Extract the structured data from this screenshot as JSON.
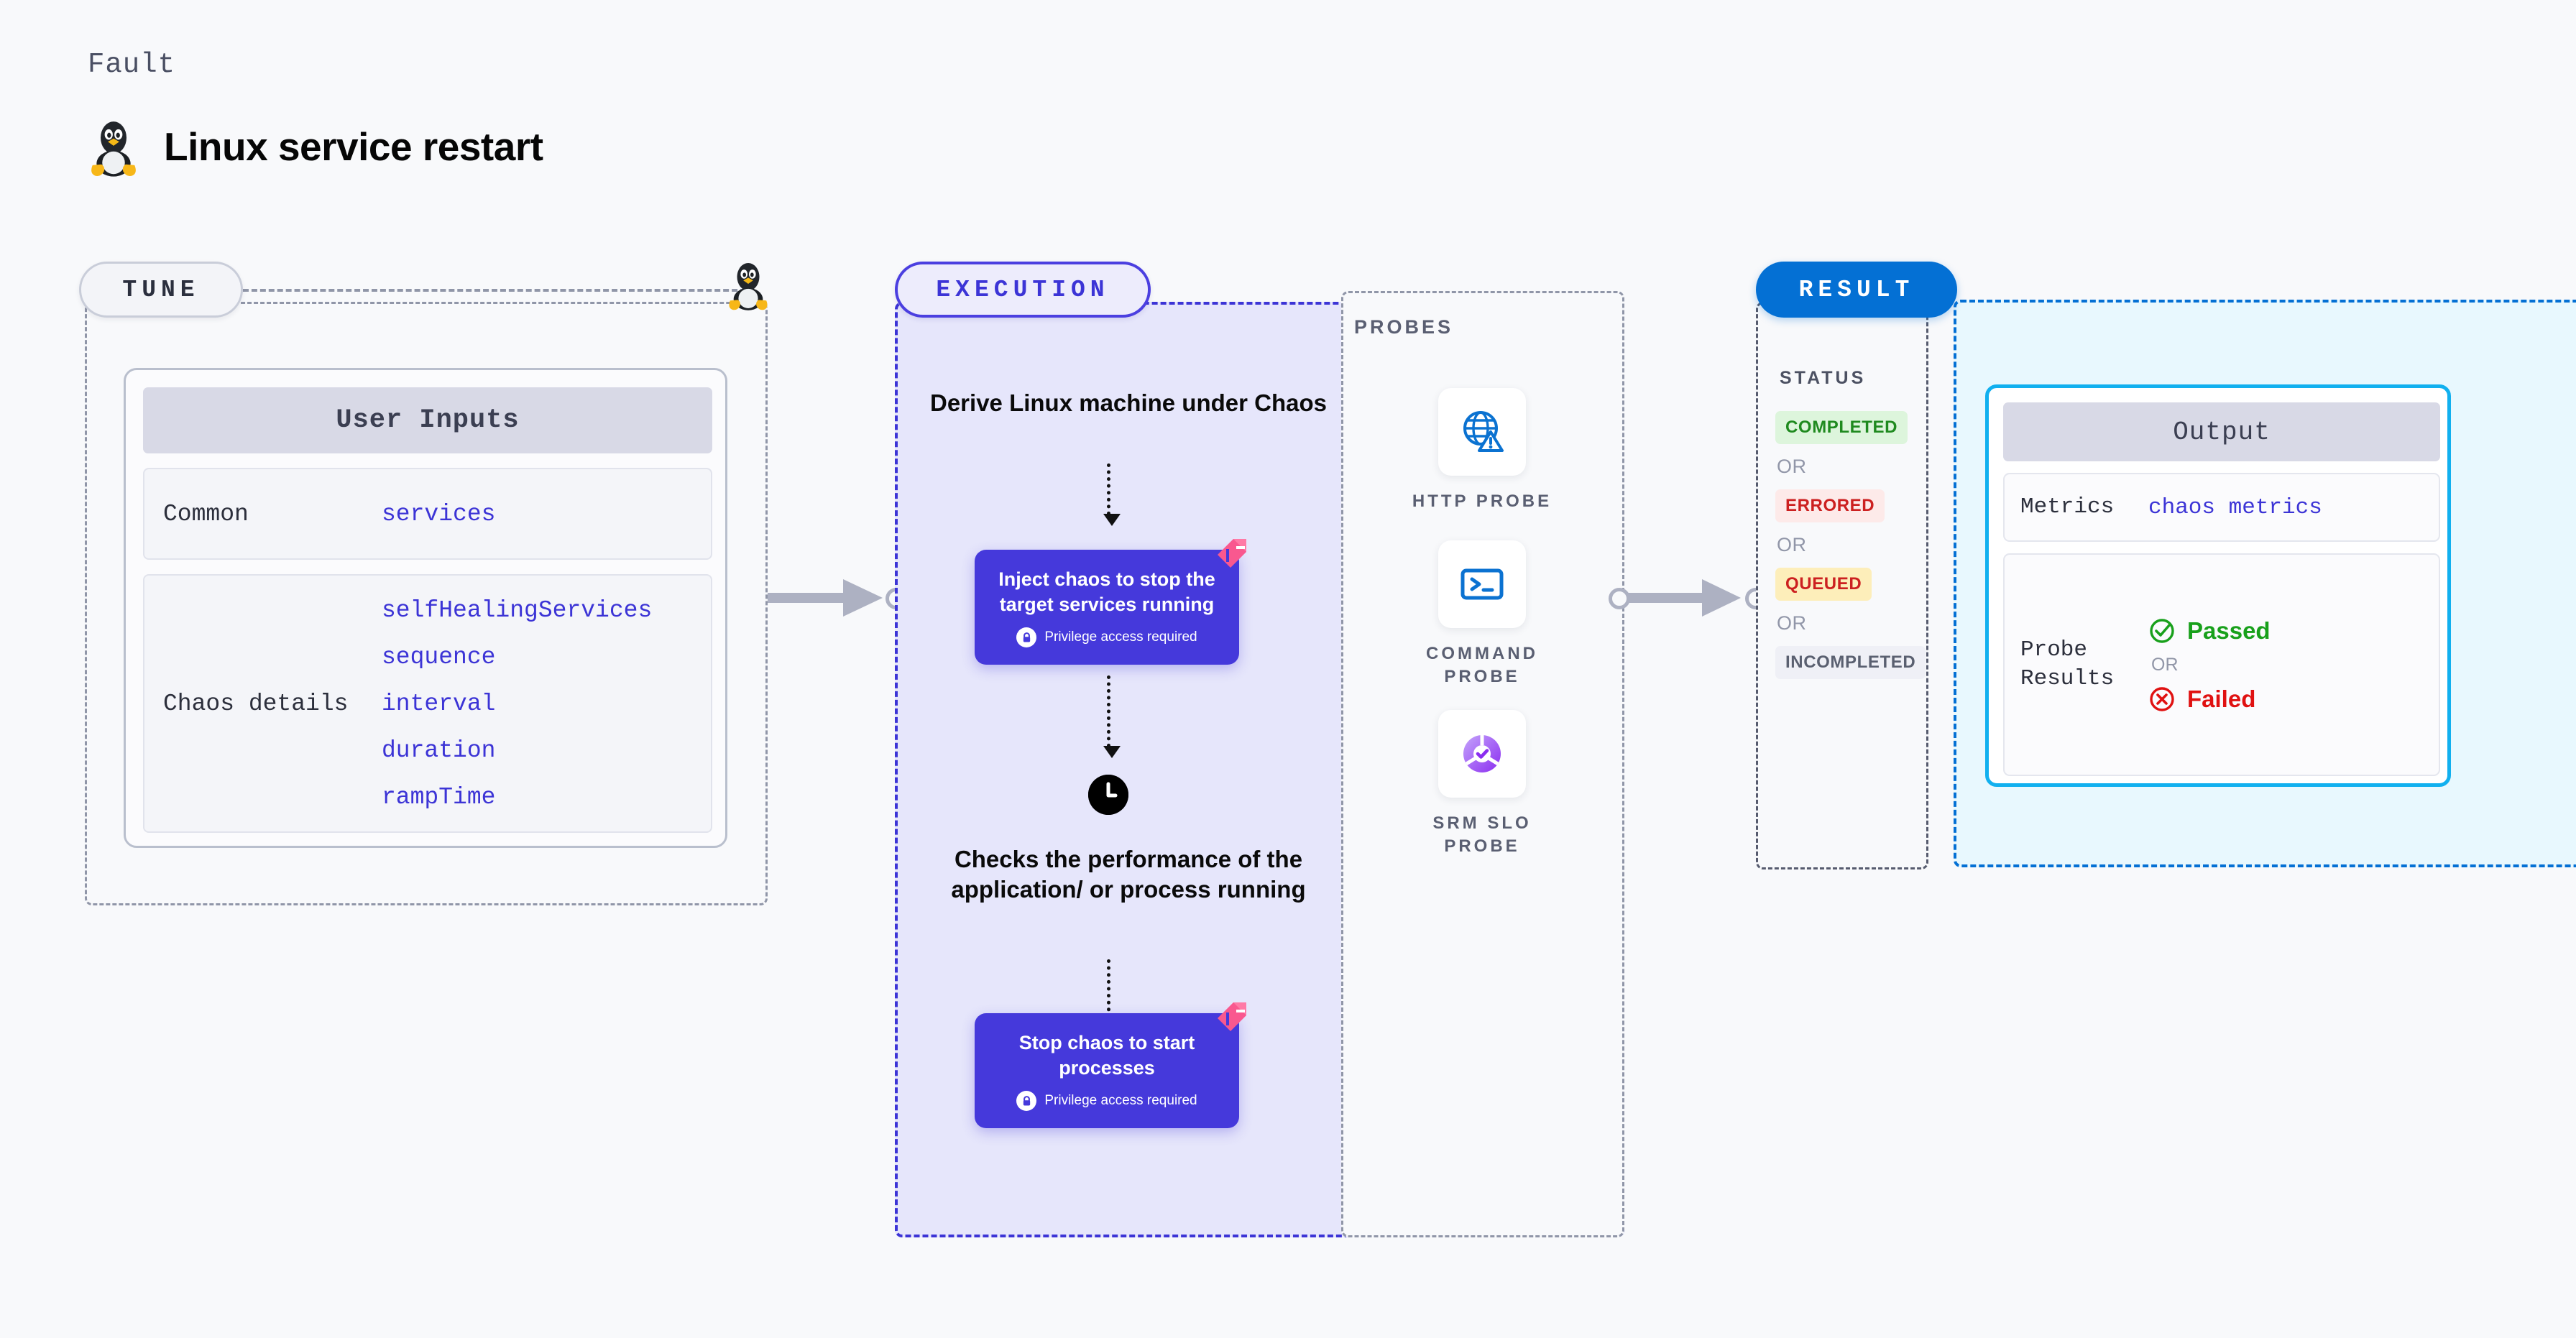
{
  "header": {
    "eyebrow": "Fault",
    "title": "Linux service restart",
    "icon": "linux-penguin-icon"
  },
  "tune": {
    "pill_label": "TUNE",
    "card_title": "User Inputs",
    "rows": [
      {
        "key": "Common",
        "values": [
          "services"
        ]
      },
      {
        "key": "Chaos details",
        "values": [
          "selfHealingServices",
          "sequence",
          "interval",
          "duration",
          "rampTime"
        ]
      }
    ],
    "edge_icon": "linux-penguin-icon"
  },
  "execution": {
    "pill_label": "EXECUTION",
    "step_heading": "Derive Linux machine under Chaos",
    "inject_box": {
      "title": "Inject chaos to stop the target services running",
      "privilege": "Privilege access required",
      "badge_icon": "chaos-flag-icon",
      "lock_icon": "lock-icon"
    },
    "clock_icon": "clock-icon",
    "check_heading": "Checks the performance of the application/ or process running",
    "stop_box": {
      "title": "Stop chaos to start processes",
      "privilege": "Privilege access required",
      "badge_icon": "chaos-flag-icon",
      "lock_icon": "lock-icon"
    }
  },
  "probes": {
    "title": "PROBES",
    "items": [
      {
        "label": "HTTP PROBE",
        "icon": "globe-warning-icon"
      },
      {
        "label": "COMMAND PROBE",
        "icon": "terminal-icon"
      },
      {
        "label": "SRM SLO PROBE",
        "icon": "slo-donut-check-icon"
      }
    ]
  },
  "result": {
    "pill_label": "RESULT",
    "status_title": "STATUS",
    "or_label": "OR",
    "statuses": [
      {
        "label": "COMPLETED",
        "bg": "#ddf5dc",
        "fg": "#1f8a1f"
      },
      {
        "label": "ERRORED",
        "bg": "#fdeae9",
        "fg": "#cc2020"
      },
      {
        "label": "QUEUED",
        "bg": "#fdeeba",
        "fg": "#cc2020"
      },
      {
        "label": "INCOMPLETED",
        "bg": "#eff0f6",
        "fg": "#5a6070"
      }
    ]
  },
  "output": {
    "card_title": "Output",
    "metrics_key": "Metrics",
    "metrics_value": "chaos metrics",
    "probe_key": "Probe Results",
    "passed_label": "Passed",
    "failed_label": "Failed",
    "or_label": "OR",
    "passed_icon": "check-circle-icon",
    "failed_icon": "x-circle-icon",
    "passed_color": "#18a01b",
    "failed_color": "#e01111"
  },
  "colors": {
    "page_bg": "#f8f9fb",
    "execution_bg": "#e6e6fb",
    "execution_accent": "#3c34d6",
    "chaos_box": "#4539db",
    "result_accent": "#0470d4",
    "output_border": "#11b0ef",
    "output_bg": "#e8f8fe",
    "code_text": "#3c34d6",
    "chaos_flag": "#f9588f"
  }
}
